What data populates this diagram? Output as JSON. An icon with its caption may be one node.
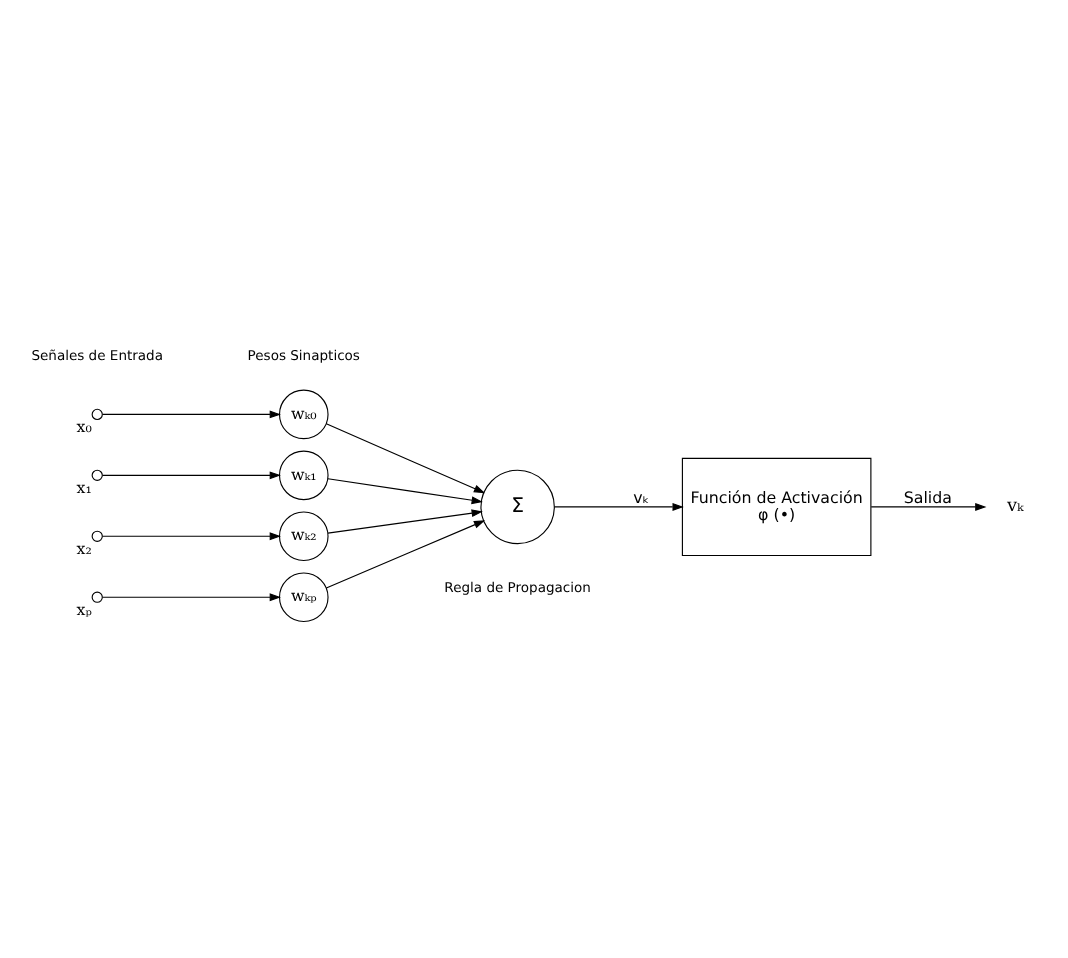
{
  "diagram": {
    "nodes": [
      {
        "text": [],
        "shape": "circle",
        "beside": [
          "x₀"
        ]
      },
      {
        "text": [],
        "shape": "circle",
        "beside": [
          "x₁"
        ]
      },
      {
        "text": [],
        "shape": "circle",
        "beside": [
          "x₂"
        ]
      },
      {
        "text": [],
        "shape": "circle",
        "beside": [
          "xₚ"
        ]
      },
      {
        "text": [
          "wₖ₀"
        ]
      },
      {
        "text": [
          "wₖ₁"
        ]
      },
      {
        "text": [
          "wₖ₂"
        ]
      },
      {
        "text": [
          "wₖₚ"
        ]
      },
      {
        "text": [
          "Σ"
        ],
        "beside": [
          "Regla de Propagacion"
        ]
      },
      {
        "text": [
          "Función de Activación",
          "φ (•)"
        ]
      },
      {
        "text": [
          "vₖ"
        ]
      }
    ],
    "edges": [
      {
        "from": 0,
        "to": 4,
        "arrow": "to"
      },
      {
        "from": 1,
        "to": 5,
        "arrow": "to"
      },
      {
        "from": 2,
        "to": 6,
        "arrow": "to"
      },
      {
        "from": 3,
        "to": 7,
        "arrow": "to"
      },
      {
        "from": 4,
        "to": 8,
        "arrow": "to"
      },
      {
        "from": 5,
        "to": 8,
        "arrow": "to"
      },
      {
        "from": 6,
        "to": 8,
        "arrow": "to"
      },
      {
        "from": 7,
        "to": 8,
        "arrow": "to"
      },
      {
        "from": 8,
        "to": 9,
        "arrow": "to",
        "label": "vₖ"
      },
      {
        "from": 9,
        "to": 10,
        "arrow": "to",
        "label": "Salida"
      }
    ],
    "labels": [
      "Señales de Entrada",
      "Pesos Sinapticos"
    ]
  }
}
